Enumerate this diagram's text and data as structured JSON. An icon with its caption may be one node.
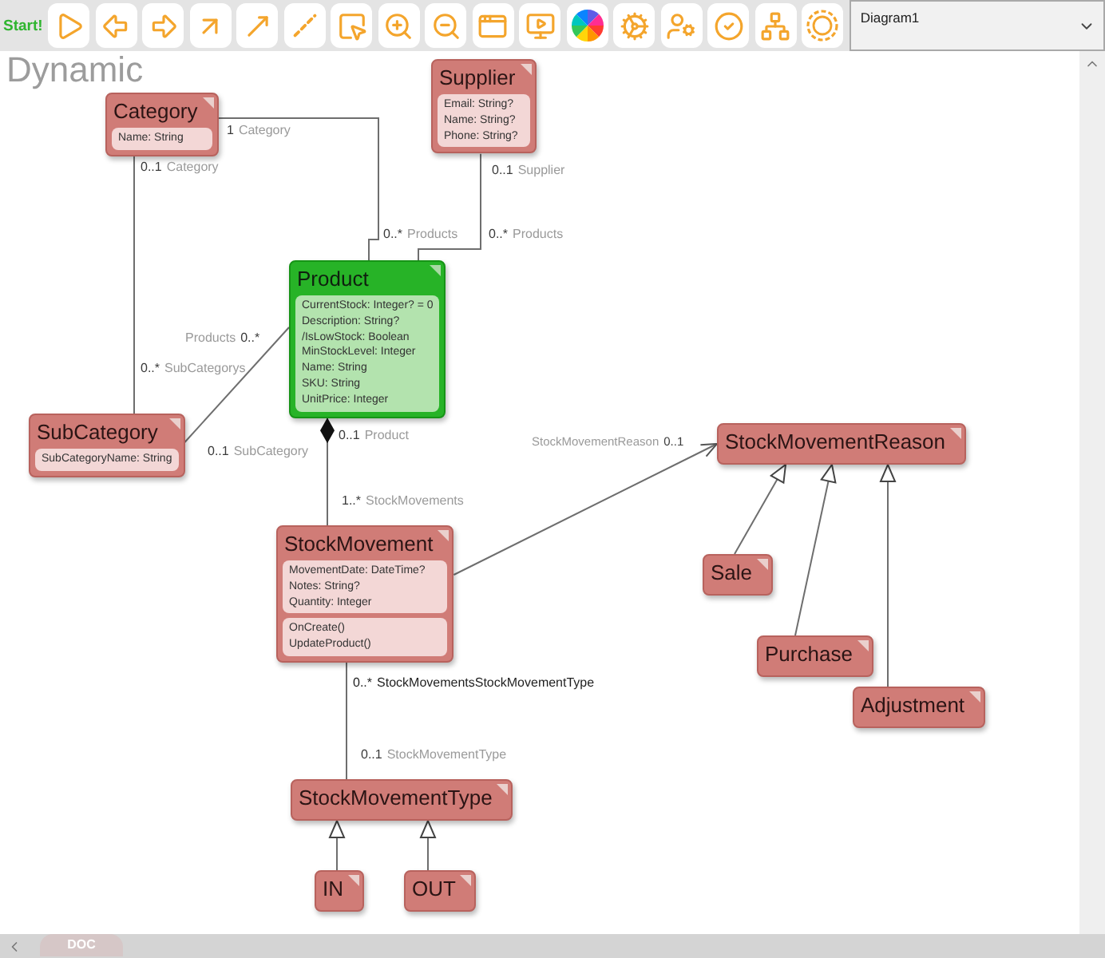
{
  "diagram": {
    "nodes": [
      {
        "text": [
          "Category"
        ]
      },
      {
        "text": [
          "Name: String"
        ],
        "in": 0
      },
      {
        "text": [
          "Supplier"
        ]
      },
      {
        "text": [
          "Email: String?",
          "Name: String?",
          "Phone: String?"
        ],
        "in": 2
      },
      {
        "text": [
          "Product"
        ]
      },
      {
        "text": [
          "CurrentStock: Integer? = 0",
          "Description: String?",
          "/IsLowStock: Boolean",
          "MinStockLevel: Integer",
          "Name: String",
          "SKU: String",
          "UnitPrice: Integer"
        ],
        "in": 4
      },
      {
        "text": [
          "SubCategory"
        ]
      },
      {
        "text": [
          "SubCategoryName: String"
        ],
        "in": 6
      },
      {
        "text": [
          "StockMovementReason"
        ]
      },
      {
        "text": [
          "StockMovement"
        ]
      },
      {
        "text": [
          "MovementDate: DateTime?",
          "Notes: String?",
          "Quantity: Integer"
        ],
        "in": 9
      },
      {
        "text": [
          "OnCreate()",
          "UpdateProduct()"
        ],
        "in": 9
      },
      {
        "text": [
          "Sale"
        ]
      },
      {
        "text": [
          "Purchase"
        ]
      },
      {
        "text": [
          "Adjustment"
        ]
      },
      {
        "text": [
          "StockMovementType"
        ]
      },
      {
        "text": [
          "IN"
        ]
      },
      {
        "text": [
          "OUT"
        ]
      }
    ],
    "edges": [
      {
        "from": 0,
        "to": 4,
        "arrow": "none"
      },
      {
        "from": 2,
        "to": 4,
        "arrow": "none"
      },
      {
        "from": 0,
        "to": 6,
        "arrow": "none"
      },
      {
        "from": 6,
        "to": 4,
        "arrow": "none"
      },
      {
        "from": 4,
        "to": 9,
        "arrow": "other"
      },
      {
        "from": 9,
        "to": 8,
        "arrow": "to"
      },
      {
        "from": 9,
        "to": 15,
        "arrow": "none"
      },
      {
        "from": 12,
        "to": 8,
        "arrow": "to"
      },
      {
        "from": 13,
        "to": 8,
        "arrow": "to"
      },
      {
        "from": 14,
        "to": 8,
        "arrow": "to"
      },
      {
        "from": 16,
        "to": 15,
        "arrow": "to"
      },
      {
        "from": 17,
        "to": 15,
        "arrow": "to"
      }
    ],
    "labels": [
      "Start!",
      "Diagram1",
      "Dynamic",
      "1",
      "Category",
      "0..1",
      "Category",
      "0..1",
      "Supplier",
      "0..*",
      "Products",
      "0..*",
      "Products",
      "Products",
      "0..*",
      "0..*",
      "SubCategorys",
      "0..1",
      "Product",
      "0..1",
      "SubCategory",
      "StockMovementReason",
      "0..1",
      "1..*",
      "StockMovements",
      "0..*",
      "StockMovementsStockMovementType",
      "0..1",
      "StockMovementType",
      "DOC"
    ]
  }
}
